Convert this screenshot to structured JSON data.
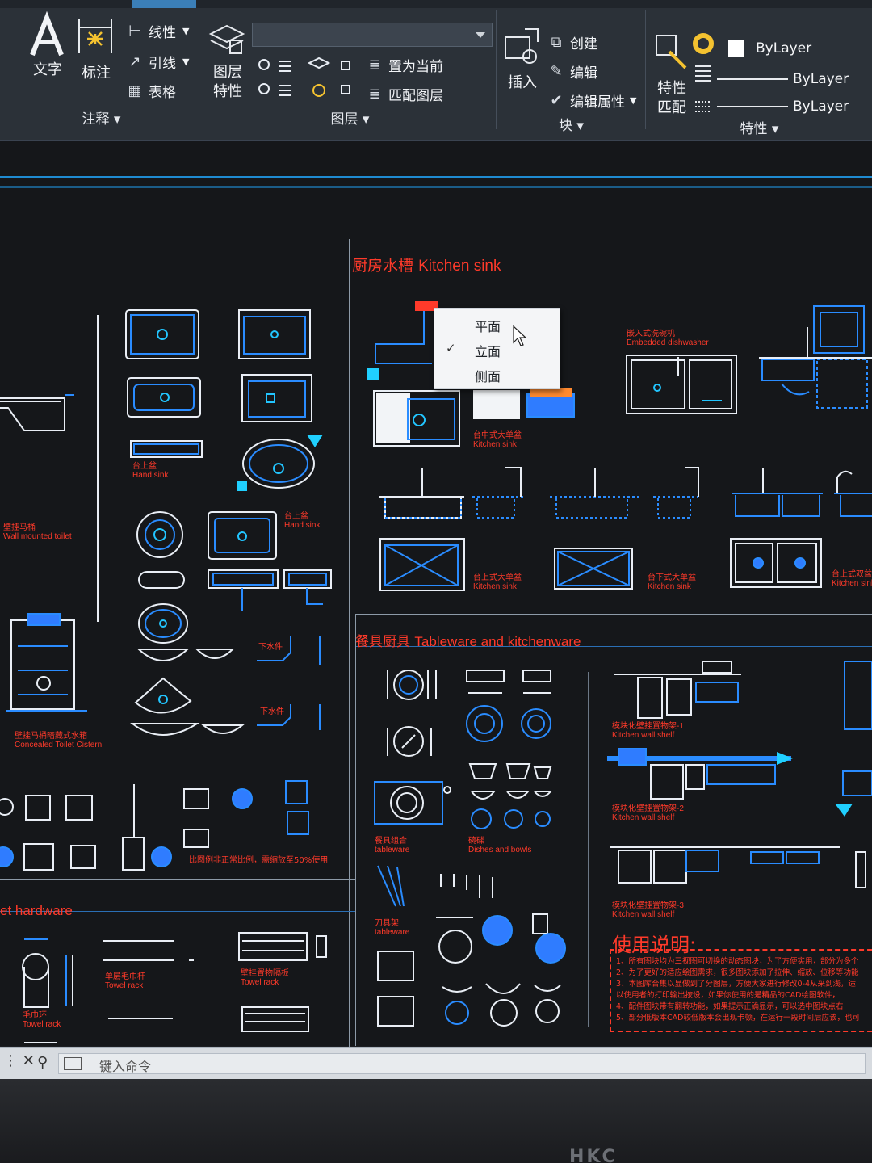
{
  "ribbon": {
    "annotation_panel": {
      "title": "注释",
      "text_button": "文字",
      "dimension_button": "标注",
      "linear_button": "线性",
      "leader_button": "引线",
      "table_button": "表格"
    },
    "layers_panel": {
      "title": "图层",
      "layer_properties_button": "图层\n特性",
      "make_current_button": "置为当前",
      "match_layer_button": "匹配图层"
    },
    "block_panel": {
      "title": "块",
      "insert_button": "插入",
      "create_button": "创建",
      "edit_button": "编辑",
      "edit_attributes_button": "编辑属性"
    },
    "properties_panel": {
      "title": "特性",
      "match_properties_button": "特性\n匹配",
      "color_value": "ByLayer",
      "linetype_value": "ByLayer",
      "lineweight_value": "ByLayer"
    }
  },
  "drawing": {
    "kitchen_sink_title": "厨房水槽",
    "kitchen_sink_title_en": "Kitchen sink",
    "tableware_title": "餐具厨具",
    "tableware_title_en": "Tableware and kitchenware",
    "hardware_title": "et hardware",
    "labels": {
      "hand_sink_1": [
        "台上盆",
        "Hand sink"
      ],
      "hand_sink_2": [
        "台上盆",
        "Hand sink"
      ],
      "wall_toilet": [
        "壁挂马桶",
        "Wall mounted toilet"
      ],
      "cistern": [
        "壁挂马桶暗藏式水箱",
        "Concealed Toilet Cistern"
      ],
      "drain_1": "下水件",
      "drain_2": "下水件",
      "scale_note": "比图例非正常比例，需缩放至50%使用",
      "dishwasher": [
        "嵌入式洗碗机",
        "Embedded dishwasher"
      ],
      "kitchen_sink_a": [
        "台中式大单盆",
        "Kitchen sink"
      ],
      "kitchen_sink_b": [
        "台上式大单盆",
        "Kitchen sink"
      ],
      "kitchen_sink_c": [
        "台下式大单盆",
        "Kitchen sink"
      ],
      "kitchen_sink_d": [
        "台上式双盆",
        "Kitchen sink"
      ],
      "tableware": [
        "餐具组合",
        "tableware"
      ],
      "dishes": [
        "碗碟",
        "Dishes and bowls"
      ],
      "knife_rack": [
        "刀具架",
        "tableware"
      ],
      "shelf_1": [
        "模块化壁挂置物架-1",
        "Kitchen wall shelf"
      ],
      "shelf_2": [
        "模块化壁挂置物架-2",
        "Kitchen wall shelf"
      ],
      "shelf_3": [
        "模块化壁挂置物架-3",
        "Kitchen wall shelf"
      ],
      "towel_rack_1": [
        "单层毛巾杆",
        "Towel rack"
      ],
      "towel_rack_2": [
        "壁挂置物隔板",
        "Towel rack"
      ],
      "towel_ring": [
        "毛巾环",
        "Towel rack"
      ]
    },
    "notes_title": "使用说明:",
    "notes_lines": [
      "1、所有图块均为三视图可切换的动态图块，为了方便实用，部分为多个",
      "2、为了更好的适应绘图需求，很多图块添加了拉伸、缩放、位移等功能",
      "3、本图库合集以显做到了分图层，方便大家进行修改0-4从采到浅，适",
      "   以使用者的打印输出按设，如果你使用的是精品的CAD绘图软件，",
      "4、配件图块带有翻转功能，如果提示正确显示，可以选中图块点右",
      "5、部分低版本CAD较低版本会出现卡顿，在运行一段时间后应该，也可"
    ]
  },
  "context_menu": {
    "items": [
      "平面",
      "立面",
      "侧面"
    ],
    "checked_index": 1
  },
  "command_line": {
    "placeholder": "键入命令"
  },
  "monitor_brand": "HKC"
}
